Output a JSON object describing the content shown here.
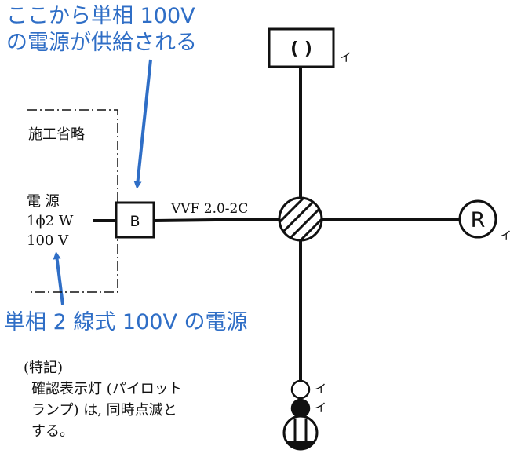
{
  "annotations": {
    "top_callout_line1": "ここから単相 100V",
    "top_callout_line2": "の電源が供給される",
    "bottom_callout": "単相 2 線式 100V の電源"
  },
  "source": {
    "omitted_label": "施工省略",
    "power_line1": "電 源",
    "power_line2": "1ϕ2 W",
    "power_line3": "100 V"
  },
  "breaker": {
    "label": "B"
  },
  "cable": {
    "label": "VVF 2.0-2C"
  },
  "fixtures": {
    "ceiling_label": "( )",
    "ceiling_switch": "イ",
    "receptacle_label": "R",
    "receptacle_switch": "イ",
    "switch_mark_1": "イ",
    "switch_mark_2": "イ"
  },
  "notes": {
    "heading": "(特記)",
    "line1": "確認表示灯 (パイロット",
    "line2": "ランプ) は, 同時点滅と",
    "line3": "する。"
  },
  "colors": {
    "annotation_blue": "#2f6ec6",
    "line_black": "#111111"
  }
}
